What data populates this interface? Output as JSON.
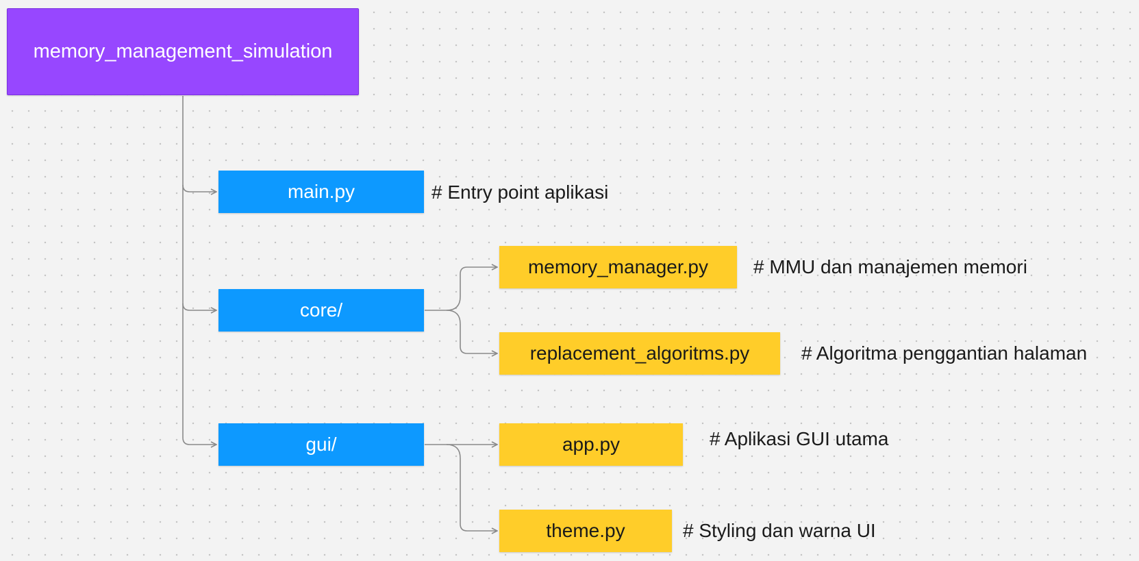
{
  "diagram": {
    "root": {
      "label": "memory_management_simulation"
    },
    "folders": {
      "main": {
        "label": "main.py",
        "comment": "# Entry point aplikasi"
      },
      "core": {
        "label": "core/"
      },
      "gui": {
        "label": "gui/"
      }
    },
    "files": {
      "memory_manager": {
        "label": "memory_manager.py",
        "comment": "# MMU dan manajemen memori"
      },
      "replacement": {
        "label": "replacement_algoritms.py",
        "comment": "# Algoritma penggantian halaman"
      },
      "app": {
        "label": "app.py",
        "comment": "# Aplikasi GUI utama"
      },
      "theme": {
        "label": "theme.py",
        "comment": "# Styling dan warna UI"
      }
    }
  },
  "colors": {
    "root": "#9747ff",
    "folder": "#0d99ff",
    "file": "#ffcd29",
    "connector": "#8a8a8a",
    "background": "#f3f3f3"
  }
}
